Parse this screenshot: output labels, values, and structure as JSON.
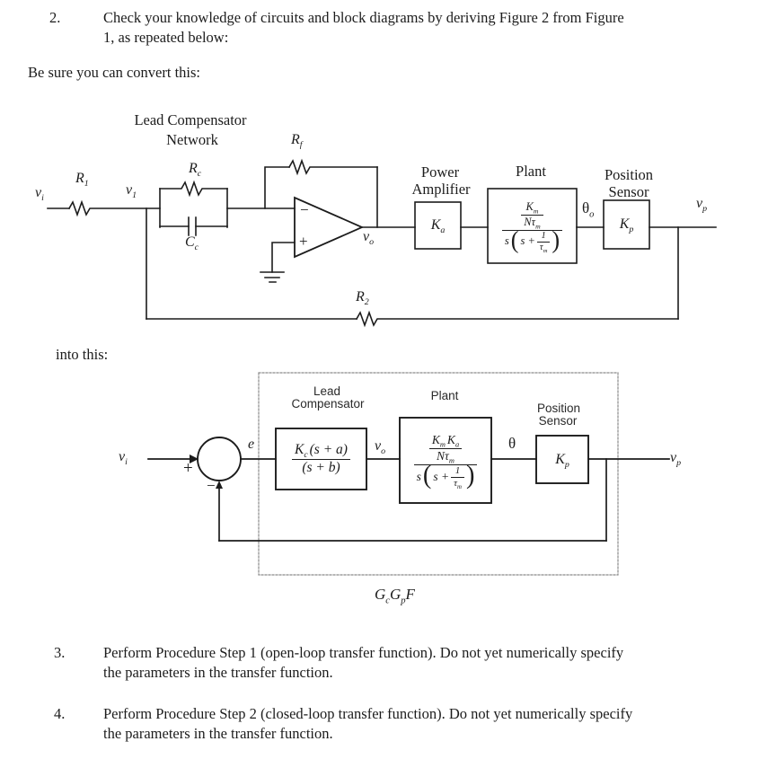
{
  "doc": {
    "item2": {
      "num": "2.",
      "line1": "Check your knowledge of circuits and block diagrams by deriving Figure 2 from Figure",
      "line2": "1, as repeated below:"
    },
    "convert": "Be sure you can convert this:",
    "into": "into this:",
    "item3": {
      "num": "3.",
      "line1": "Perform Procedure Step 1 (open-loop transfer function).  Do not yet numerically specify",
      "line2": "the parameters in the transfer function."
    },
    "item4": {
      "num": "4.",
      "line1": "Perform Procedure Step 2 (closed-loop transfer function).  Do not yet numerically specify",
      "line2": "the parameters in the transfer function."
    }
  },
  "circuit": {
    "title1": "Lead Compensator",
    "title2": "Network",
    "power_amp": {
      "t1": "Power",
      "t2": "Amplifier"
    },
    "plant_title": "Plant",
    "sensor": {
      "t1": "Position",
      "t2": "Sensor"
    },
    "vi": {
      "b": "v",
      "s": "i"
    },
    "r1": {
      "b": "R",
      "s": "1"
    },
    "v1": {
      "b": "v",
      "s": "1"
    },
    "rc": {
      "b": "R",
      "s": "c"
    },
    "cc": {
      "b": "C",
      "s": "c"
    },
    "rf": {
      "b": "R",
      "s": "f"
    },
    "r2": {
      "b": "R",
      "s": "2"
    },
    "opamp": {
      "minus": "−",
      "plus": "+"
    },
    "vo": {
      "b": "v",
      "s": "o"
    },
    "ka": {
      "b": "K",
      "s": "a"
    },
    "kp": {
      "b": "K",
      "s": "p"
    },
    "theta": {
      "b": "θ",
      "s": "o"
    },
    "vp": {
      "b": "v",
      "s": "p"
    },
    "plant_tf": {
      "km_b": "K",
      "km_s": "m",
      "den1_b": "Nτ",
      "den1_s": "m",
      "s": "s",
      "open": "(",
      "splus": "s +",
      "one": "1",
      "tau_b": "τ",
      "tau_s": "m",
      "close": ")"
    }
  },
  "block": {
    "sum": {
      "plus": "+",
      "minus": "−"
    },
    "vi": {
      "b": "v",
      "s": "i"
    },
    "e": "e",
    "comp_title": {
      "t1": "Lead",
      "t2": "Compensator"
    },
    "plant_title": "Plant",
    "sensor_title": {
      "t1": "Position",
      "t2": "Sensor"
    },
    "comp_tf": {
      "k_b": "K",
      "k_s": "c",
      "num_rest": "(s + a)",
      "den": "(s + b)"
    },
    "plant_tf": {
      "km_b": "K",
      "km_s": "m",
      "ka_b": "K",
      "ka_s": "a",
      "den1_b": "Nτ",
      "den1_s": "m",
      "s": "s",
      "open": "(",
      "splus": "s +",
      "one": "1",
      "tau_b": "τ",
      "tau_s": "m",
      "close": ")"
    },
    "vo": {
      "b": "v",
      "s": "o"
    },
    "theta": "θ",
    "kp": {
      "b": "K",
      "s": "p"
    },
    "vp": {
      "b": "v",
      "s": "p"
    },
    "caption": {
      "g1": "G",
      "g1s": "c",
      "g2": "G",
      "g2s": "p",
      "f": "F"
    }
  }
}
